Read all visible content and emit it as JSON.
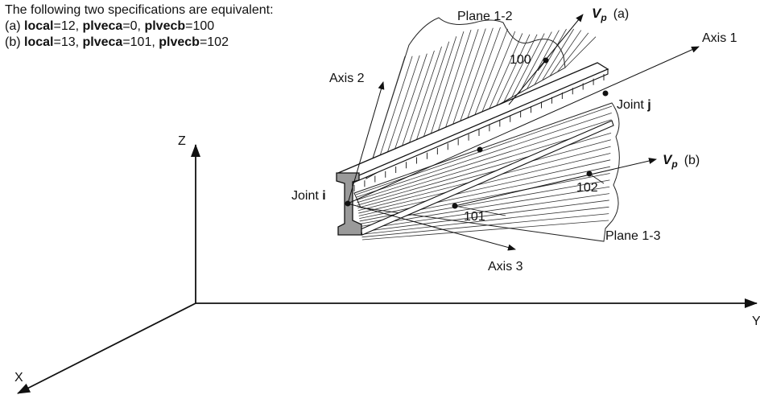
{
  "header": {
    "intro": "The following two specifications are equivalent:",
    "line_a": {
      "tag": "(a) ",
      "k1": "local",
      "v1": "=12, ",
      "k2": "plveca",
      "v2": "=0, ",
      "k3": "plvecb",
      "v3": "=100"
    },
    "line_b": {
      "tag": "(b) ",
      "k1": "local",
      "v1": "=13, ",
      "k2": "plveca",
      "v2": "=101, ",
      "k3": "plvecb",
      "v3": "=102"
    }
  },
  "labels": {
    "plane12": "Plane 1-2",
    "plane13": "Plane 1-3",
    "vp_symbol": "V",
    "vp_sub": "p",
    "vp_a": "(a)",
    "vp_b": "(b)",
    "axis1": "Axis 1",
    "axis2": "Axis 2",
    "axis3": "Axis 3",
    "joint_prefix": "Joint ",
    "joint_i": "i",
    "joint_j": "j",
    "pt100": "100",
    "pt101": "101",
    "pt102": "102",
    "global_x": "X",
    "global_y": "Y",
    "global_z": "Z"
  }
}
